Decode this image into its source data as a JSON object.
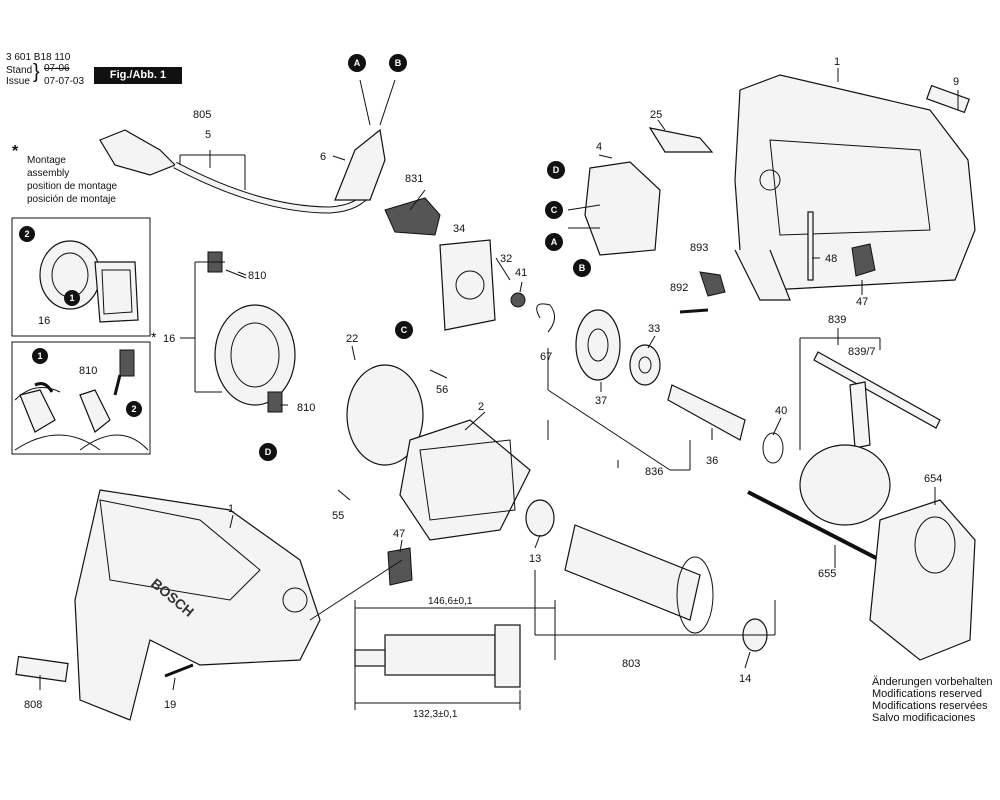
{
  "header": {
    "doc_number": "3 601 B18 110",
    "stand_label": "Stand",
    "issue_label": "Issue",
    "stand_date_struck": "07-06",
    "issue_date": "07-07-03",
    "figure_tag": "Fig./Abb. 1"
  },
  "legend": {
    "asterisk": "*",
    "montage_lines": [
      "Montage",
      "assembly",
      "position de montage",
      "posición de montaje"
    ]
  },
  "footer_note": [
    "Änderungen vorbehalten",
    "Modifications reserved",
    "Modifications reservées",
    "Salvo modificaciones"
  ],
  "dimensions": {
    "overall": "146,6±0,1",
    "inner": "132,3±0,1"
  },
  "callouts": {
    "A": "A",
    "B": "B",
    "C": "C",
    "D": "D"
  },
  "parts": {
    "p1_top": "1",
    "p1_bottom": "1",
    "p2": "2",
    "p4": "4",
    "p5": "5",
    "p6": "6",
    "p9": "9",
    "p13": "13",
    "p14": "14",
    "p16_a": "16",
    "p16_b": "16",
    "p19": "19",
    "p22": "22",
    "p25": "25",
    "p32": "32",
    "p33": "33",
    "p34": "34",
    "p36": "36",
    "p37": "37",
    "p40": "40",
    "p41": "41",
    "p47_top": "47",
    "p47_bottom": "47",
    "p48": "48",
    "p55": "55",
    "p56": "56",
    "p654": "654",
    "p655": "655",
    "p67": "67",
    "p803": "803",
    "p805": "805",
    "p808": "808",
    "p810_a": "810",
    "p810_b": "810",
    "p810_c": "810",
    "p831": "831",
    "p836": "836",
    "p839": "839",
    "p839_7": "839/7",
    "p892": "892",
    "p893": "893"
  },
  "brand_on_housing": "BOSCH"
}
